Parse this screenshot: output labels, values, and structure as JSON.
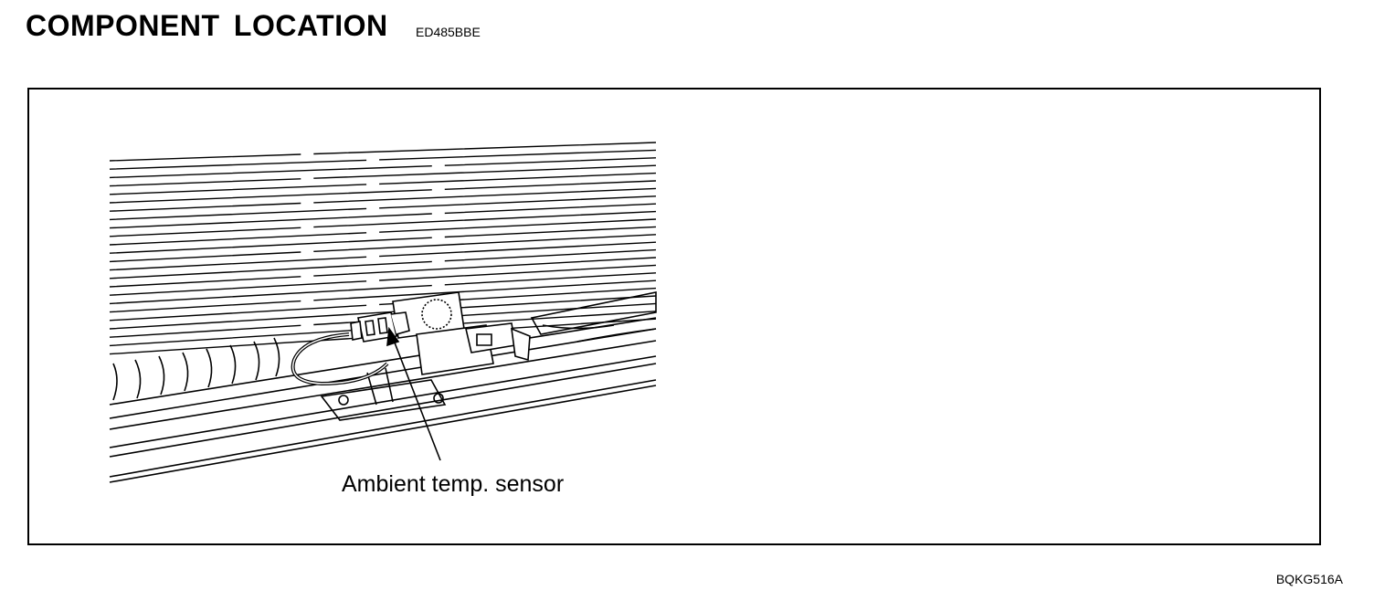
{
  "header": {
    "title": "COMPONENT LOCATION",
    "doc_code": "ED485BBE"
  },
  "figure": {
    "callout_label": "Ambient temp. sensor",
    "figure_code": "BQKG516A"
  }
}
